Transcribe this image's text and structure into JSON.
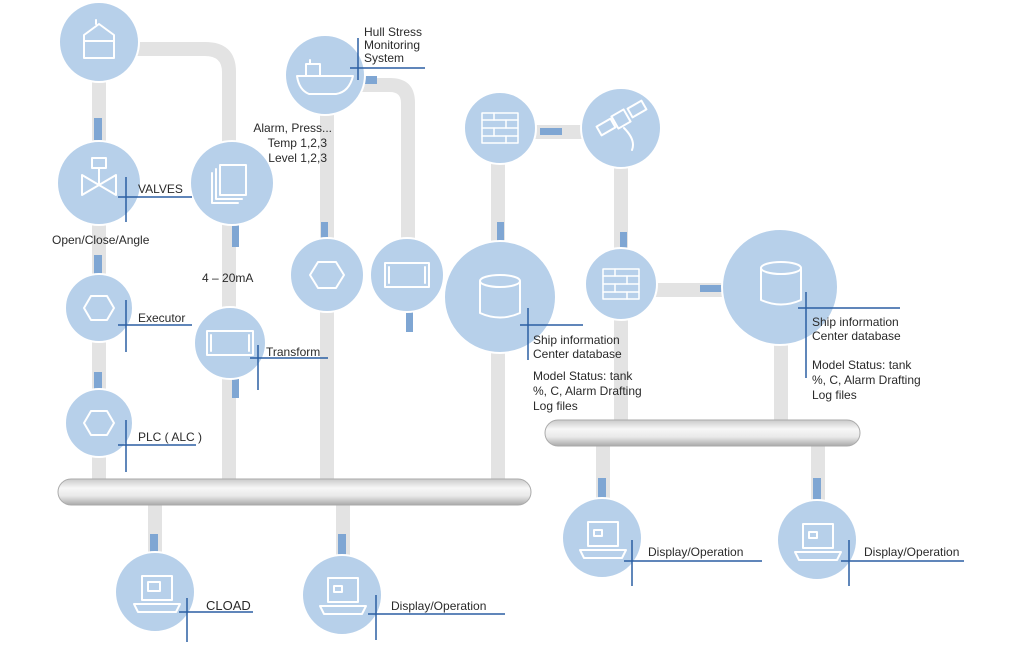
{
  "colors": {
    "node_fill": "#b7d0ea",
    "node_stroke": "#ffffff",
    "pipe": "#e3e3e3",
    "connector": "#7fa6d3",
    "callout": "#2b5fa3",
    "bus_light": "#f4f4f4",
    "bus_dark": "#b9b9b9",
    "text": "#2a2a2a"
  },
  "nodes": {
    "tank": {
      "icon": "tank-icon"
    },
    "valves": {
      "icon": "valve-icon",
      "label": "VALVES",
      "sublabel": "Open/Close/Angle"
    },
    "document": {
      "icon": "document-icon"
    },
    "executor": {
      "icon": "hexagon-icon",
      "label": "Executor"
    },
    "transform": {
      "icon": "rectangle-icon",
      "label": "Transform",
      "signal": "4 – 20mA"
    },
    "plc": {
      "icon": "hexagon-icon",
      "label": "PLC ( ALC )"
    },
    "ship": {
      "icon": "ship-icon",
      "label": [
        "Hull Stress",
        "Monitoring",
        "System"
      ]
    },
    "sensors": {
      "icon": "hexagon-icon",
      "label": [
        "Alarm, Press...",
        "Temp 1,2,3",
        "Level 1,2,3"
      ]
    },
    "hull_module": {
      "icon": "rectangle-icon"
    },
    "firewall_top": {
      "icon": "firewall-icon"
    },
    "satellite": {
      "icon": "satellite-icon"
    },
    "database_left": {
      "icon": "database-icon",
      "label": [
        "Ship information",
        "Center database"
      ],
      "sublabel": [
        "Model Status: tank",
        "%, C, Alarm Drafting",
        "Log files"
      ]
    },
    "firewall_mid": {
      "icon": "firewall-icon"
    },
    "database_right": {
      "icon": "database-icon",
      "label": [
        "Ship information",
        "Center database"
      ],
      "sublabel": [
        "Model Status: tank",
        "%, C, Alarm Drafting",
        "Log files"
      ]
    },
    "cload": {
      "icon": "computer-icon",
      "label": "CLOAD"
    },
    "display_left": {
      "icon": "computer-icon",
      "label": "Display/Operation"
    },
    "display_right1": {
      "icon": "computer-icon",
      "label": "Display/Operation"
    },
    "display_right2": {
      "icon": "computer-icon",
      "label": "Display/Operation"
    }
  }
}
